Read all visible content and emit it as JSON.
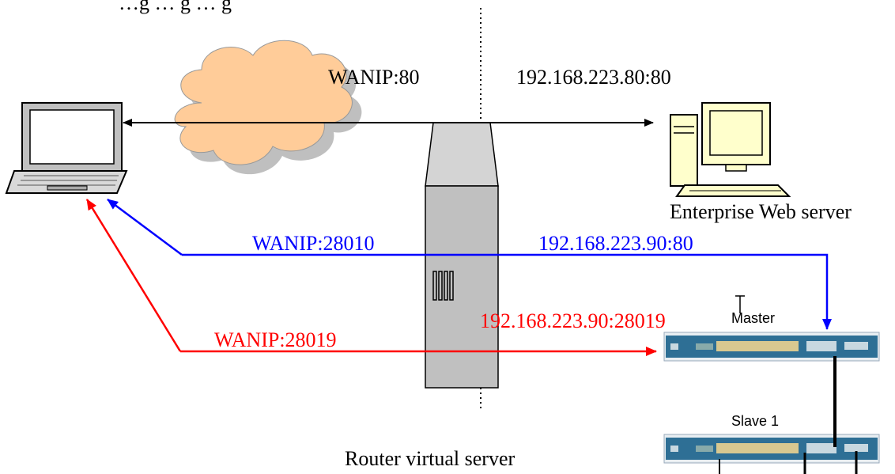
{
  "top_caption": "…g … g … g",
  "labels": {
    "wan_http": "WANIP:80",
    "lan_http": "192.168.223.80:80",
    "web_server": "Enterprise Web server",
    "wan_blue": "WANIP:28010",
    "lan_blue": "192.168.223.90:80",
    "wan_red": "WANIP:28019",
    "lan_red": "192.168.223.90:28019",
    "master": "Master",
    "slave": "Slave 1",
    "router": "Router virtual server"
  },
  "colors": {
    "blue": "#0000ff",
    "red": "#ff0000",
    "black": "#000000",
    "cloud": "#ffcc99",
    "cloud_shadow": "#bfbfbf",
    "tower": "#c0c0c0",
    "server_fill": "#ffffcc",
    "switch": "#2e6f95"
  },
  "icons": [
    "laptop-icon",
    "cloud-icon",
    "router-tower-icon",
    "web-server-icon",
    "master-switch-icon",
    "slave-switch-icon"
  ]
}
